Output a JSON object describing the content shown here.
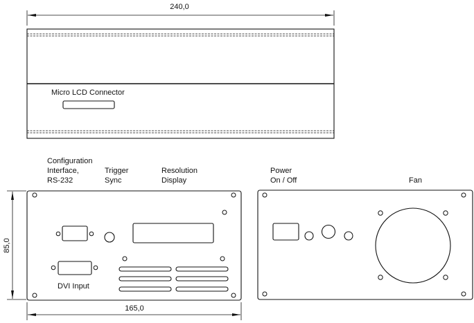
{
  "dimensions": {
    "width_top": "240,0",
    "height_front": "85,0",
    "width_front": "165,0"
  },
  "top_view": {
    "connector_label": "Micro LCD Connector"
  },
  "front_panel": {
    "config_label": [
      "Configuration",
      "Interface,",
      "RS-232"
    ],
    "trigger_label": [
      "Trigger",
      "Sync"
    ],
    "resolution_label": [
      "Resolution",
      "Display"
    ],
    "dvi_label": "DVI Input"
  },
  "rear_panel": {
    "power_label": [
      "Power",
      "On / Off"
    ],
    "fan_label": "Fan"
  }
}
